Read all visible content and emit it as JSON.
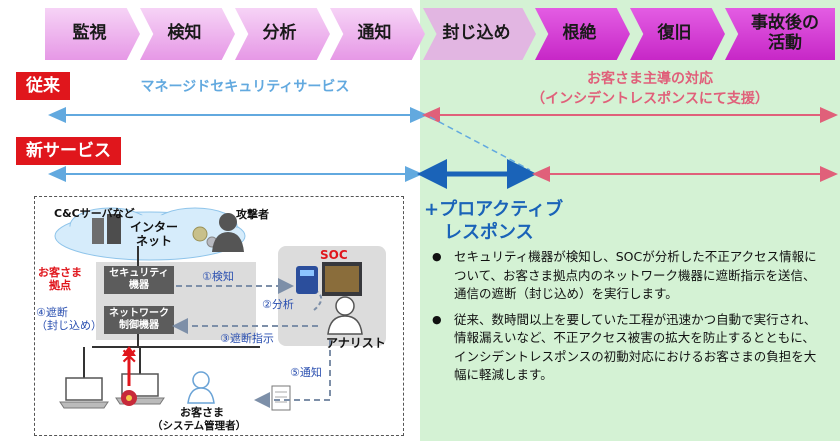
{
  "stages": [
    "監視",
    "検知",
    "分析",
    "通知",
    "封じ込め",
    "根絶",
    "復旧",
    "事故後の活動"
  ],
  "rows": {
    "conventional": {
      "label": "従来",
      "managed": "マネージドセキュリティサービス",
      "customer_led": "お客さま主導の対応",
      "customer_led_sub": "（インシデントレスポンスにて支援）"
    },
    "new_service": {
      "label": "新サービス"
    }
  },
  "diagram": {
    "cc_label": "C&Cサーバなど",
    "attacker": "攻撃者",
    "internet": "インター\nネット",
    "site_label": "お客さま\n拠点",
    "security_device": "セキュリティ\n機器",
    "network_device": "ネットワーク\n制御機器",
    "soc": "SOC",
    "analyst": "アナリスト",
    "step1": "①検知",
    "step2": "②分析",
    "step3": "③遮断指示",
    "step4": "④遮断\n（封じ込め）",
    "step5": "⑤通知",
    "customer_admin": "お客さま",
    "customer_admin_sub": "（システム管理者）"
  },
  "proactive": {
    "title_line1": "+プロアクティブ",
    "title_line2": "レスポンス",
    "bullets": [
      "セキュリティ機器が検知し、SOCが分析した不正アクセス情報について、お客さま拠点内のネットワーク機器に遮断指示を送信、通信の遮断（封じ込め）を実行します。",
      "従来、数時間以上を要していた工程が迅速かつ自動で実行され、情報漏えいなど、不正アクセス被害の拡大を防止するとともに、インシデントレスポンスの初動対応におけるお客さまの負担を大幅に軽減します。"
    ]
  },
  "colors": {
    "blue": "#62a9df",
    "red": "#e0607a",
    "label_red": "#e0161c",
    "accent_blue": "#1a63b8",
    "green_bg": "#d4f2d4"
  }
}
